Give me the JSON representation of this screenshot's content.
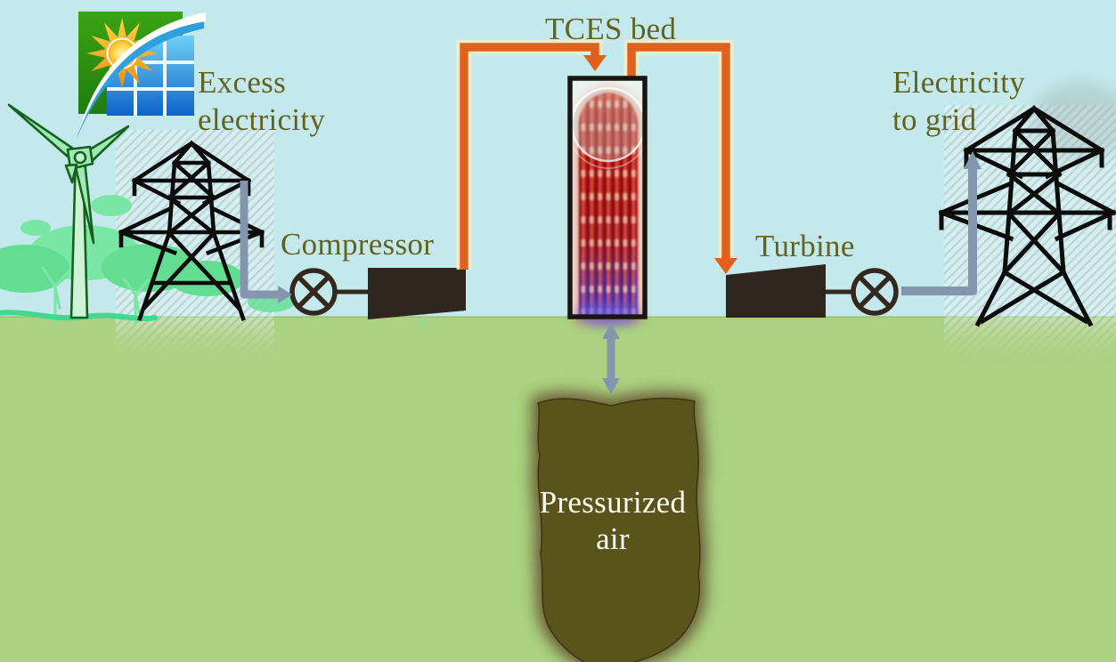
{
  "diagram": {
    "labels": {
      "excess_line1": "Excess",
      "excess_line2": "electricity",
      "compressor": "Compressor",
      "tces_bed": "TCES bed",
      "turbine": "Turbine",
      "grid_line1": "Electricity",
      "grid_line2": "to grid",
      "pressurized_line1": "Pressurized",
      "pressurized_line2": "air"
    },
    "colors": {
      "sky": "#c4e9ec",
      "ground": "#aad280",
      "label_text": "#64621f",
      "pressurized_text": "#fdfdf2",
      "hot_pipe": "#e0611c",
      "pipe_glow": "#f3edca",
      "electric_line": "#8296ad",
      "machine_black": "#2f2620",
      "pylon_black": "#0c0c0c",
      "cavern_fill": "#58541b",
      "cavern_shadow": "#5d4328",
      "bed_red": "#c01212",
      "bed_purple": "#5a3fc0",
      "vegetation_green": "#63dd92"
    },
    "icons": [
      "solar-wind-logo",
      "wind-turbine-icon",
      "transmission-tower-icon",
      "motor-symbol-icon",
      "compressor-icon",
      "turbine-icon",
      "tces-vessel-icon",
      "pressurized-air-cavern",
      "hot-air-pipe",
      "electricity-arrow",
      "air-exchange-arrow"
    ]
  }
}
